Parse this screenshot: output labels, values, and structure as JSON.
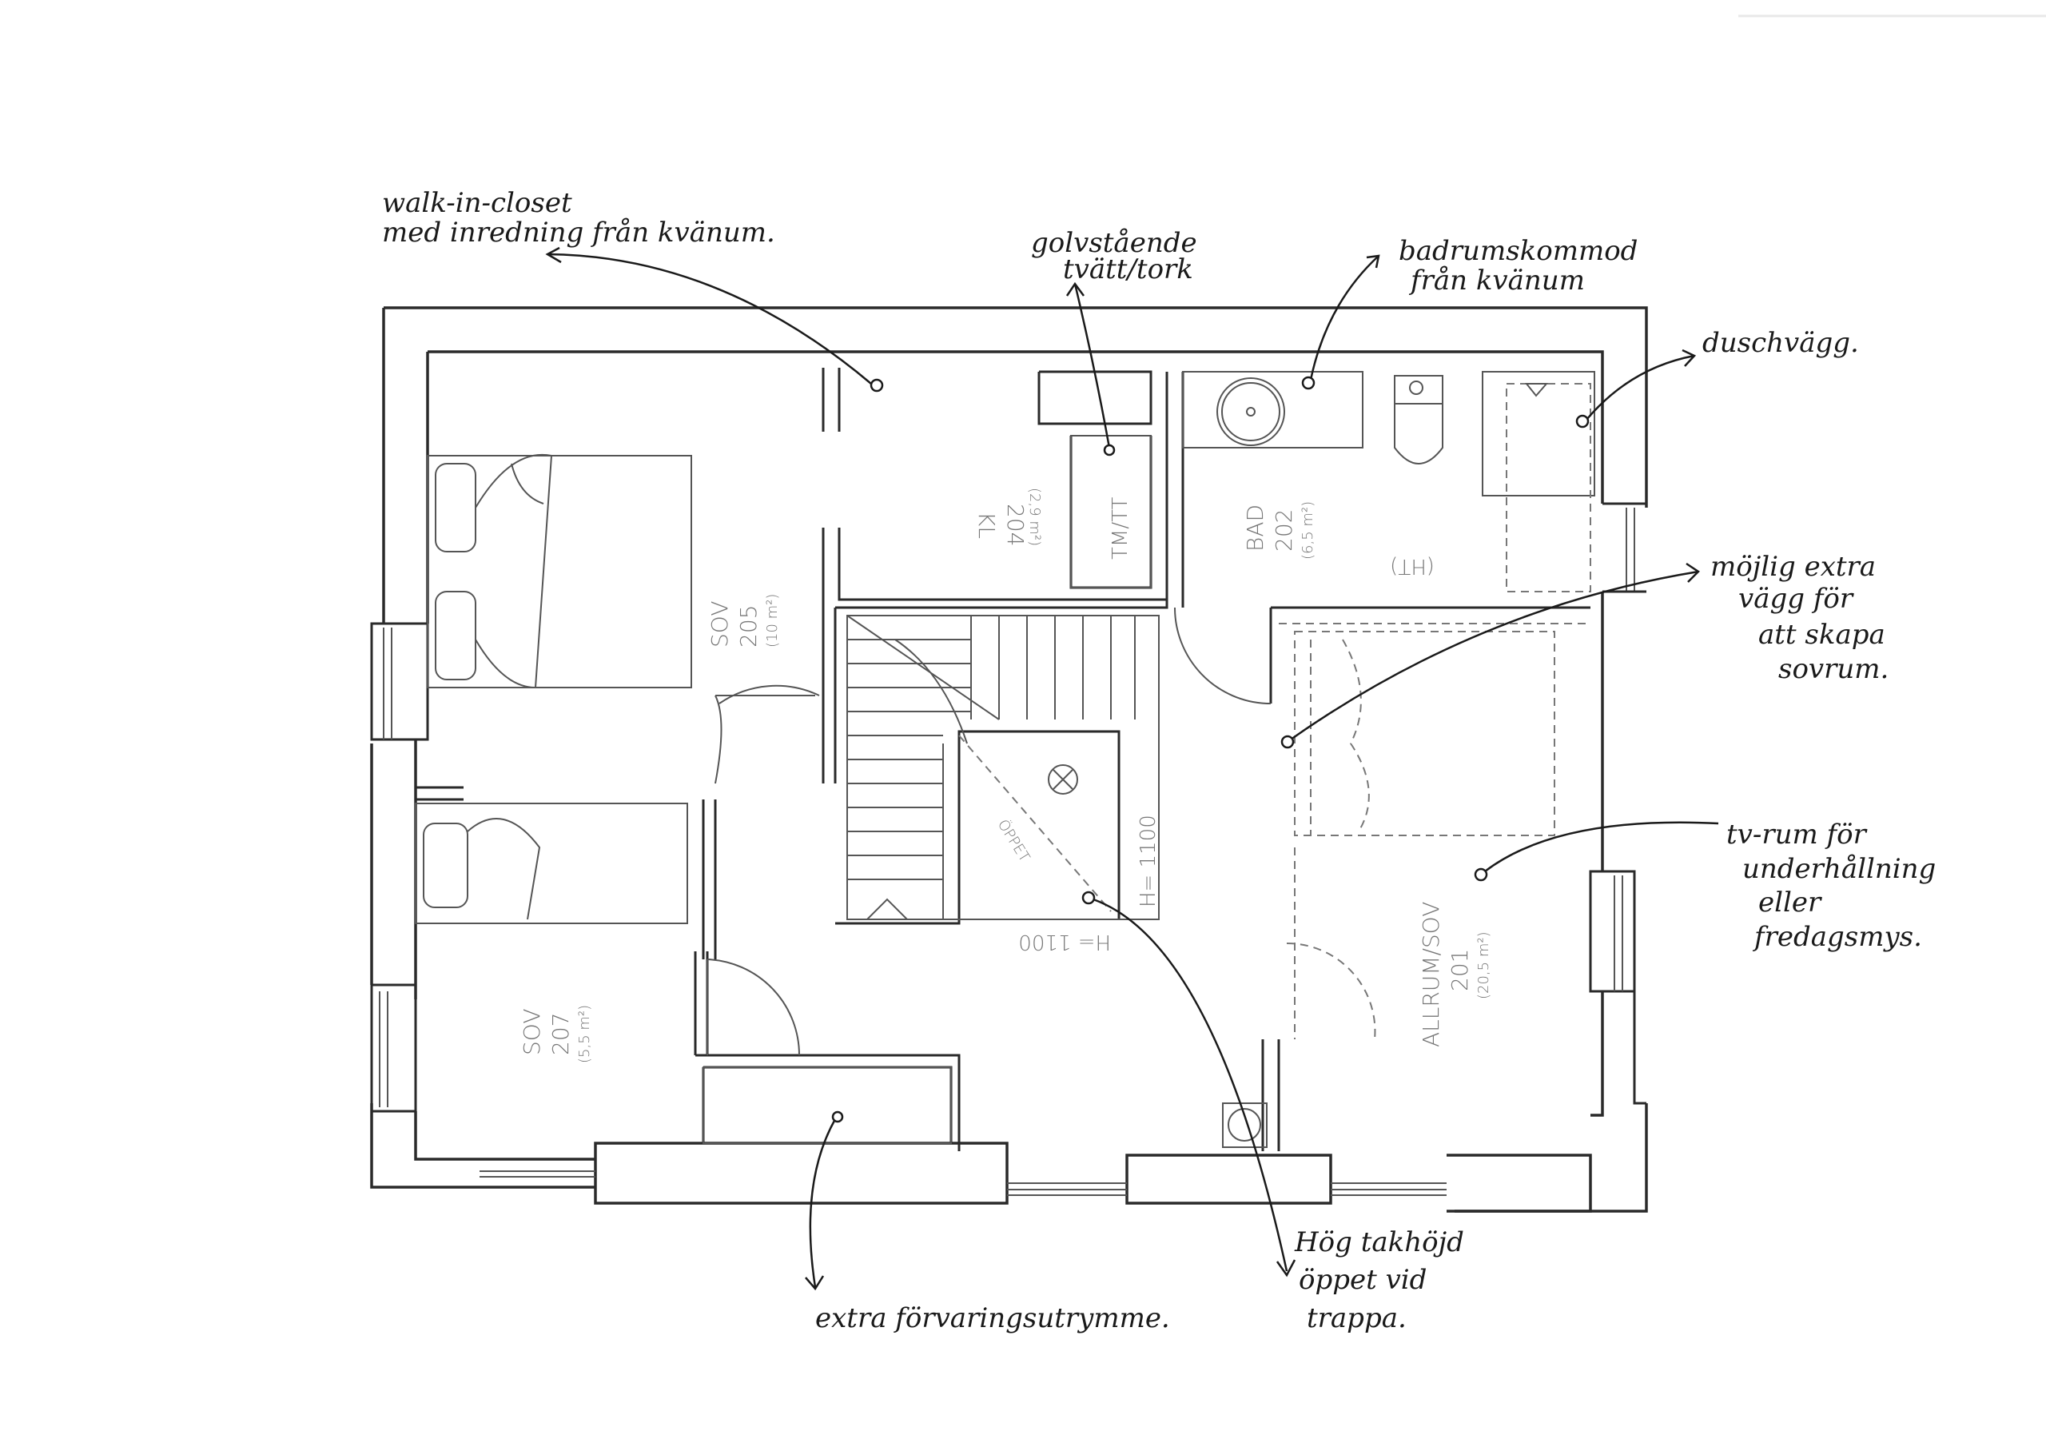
{
  "rooms": [
    {
      "id": "kl",
      "name": "KL",
      "number": "204",
      "area": "(2,9 m²)"
    },
    {
      "id": "bad",
      "name": "BAD",
      "number": "202",
      "area": "(6,5 m²)"
    },
    {
      "id": "sov205",
      "name": "SOV",
      "number": "205",
      "area": "(10 m²)"
    },
    {
      "id": "sov207",
      "name": "SOV",
      "number": "207",
      "area": "(5,5 m²)"
    },
    {
      "id": "allrum",
      "name": "ALLRUM/SOV",
      "number": "201",
      "area": "(20,5 m²)"
    }
  ],
  "plan_labels": {
    "tvtt": "TM/TT",
    "ht": "(HT)",
    "h1100_right": "H= 1100",
    "h1100_bottom": "H= 1100",
    "stair_note": "ÖPPET"
  },
  "annotations": {
    "walkin": [
      "walk-in-closet",
      "med inredning från kvänum."
    ],
    "golvstaende": [
      "golvstående",
      "tvätt/tork"
    ],
    "badrumskommod": [
      "badrumskommod",
      "från kvänum"
    ],
    "duschvagg": [
      "duschvägg."
    ],
    "mojlig": [
      "möjlig extra",
      "vägg för",
      "att skapa",
      "sovrum."
    ],
    "tvrum": [
      "tv-rum för",
      "underhållning",
      "eller",
      "fredagsmys."
    ],
    "hog": [
      "Hög takhöjd",
      "öppet vid",
      "trappa."
    ],
    "extra": [
      "extra förvaringsutrymme."
    ]
  }
}
